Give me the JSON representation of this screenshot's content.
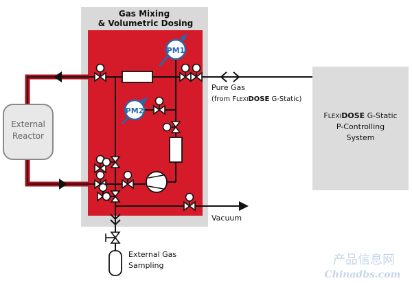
{
  "module": {
    "title_line1": "Gas Mixing",
    "title_line2": "& Volumetric Dosing",
    "pm1": "PM1",
    "pm2": "PM2"
  },
  "reactor": {
    "line1": "External",
    "line2": "Reactor"
  },
  "pure_gas": {
    "line1": "Pure Gas",
    "line2_prefix": "(from ",
    "brand_cap1": "F",
    "brand_small1": "LEXI",
    "brand_bold": "DOSE",
    "line2_suffix": " G-Static)"
  },
  "vacuum": "Vacuum",
  "sampling": {
    "line1": "External Gas",
    "line2": "Sampling"
  },
  "control_system": {
    "brand_cap1": "F",
    "brand_small1": "LEXI",
    "brand_bold": "DOSE",
    "line1_suffix": " G-Static",
    "line2": "P-Controlling",
    "line3": "System"
  },
  "watermark": {
    "cn": "产品信息网",
    "en": "Chinadbs.com"
  },
  "colors": {
    "red": "#d51a2a",
    "dark_red": "#a8101d",
    "grey": "#d9d9d9",
    "line": "#111111"
  }
}
